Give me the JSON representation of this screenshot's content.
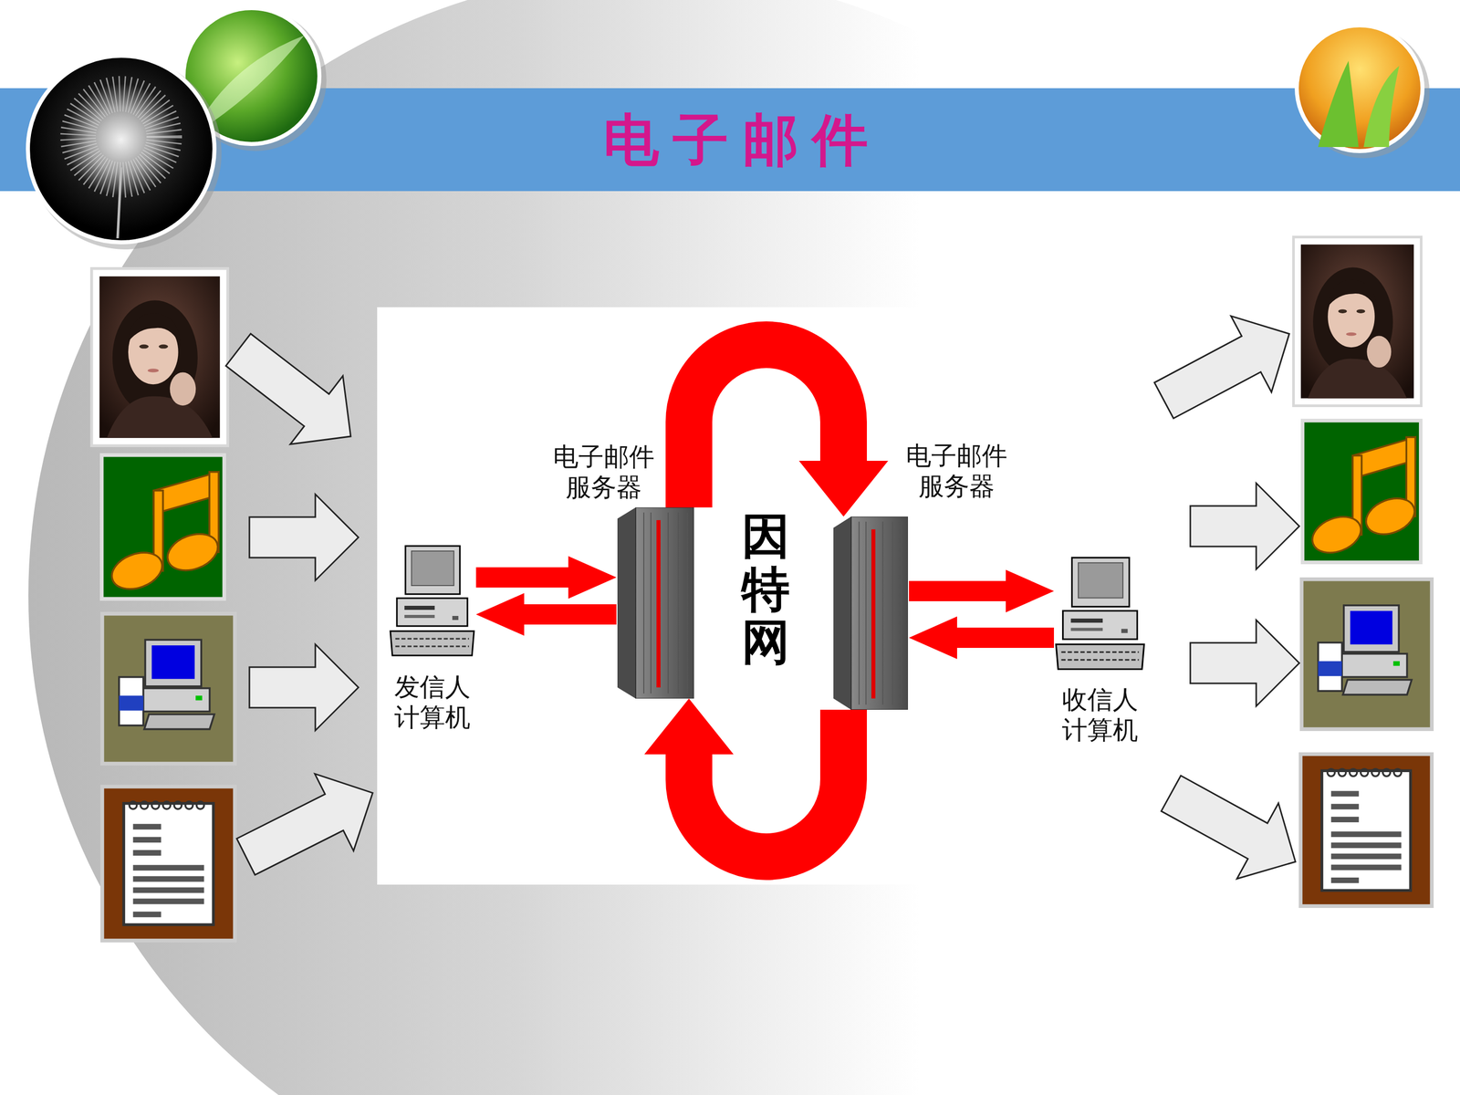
{
  "diagram": {
    "title": "电子邮件",
    "nodes": [
      {
        "text": [
          "发信人 计算机"
        ]
      },
      {
        "text": [
          "电子邮件 服务器"
        ]
      },
      {
        "text": [
          "电子邮件 服务器"
        ]
      },
      {
        "text": [
          "收信人 计算机"
        ]
      }
    ],
    "edges": [
      {
        "from": 0,
        "to": 1,
        "arrow": "to"
      },
      {
        "from": 1,
        "to": 0,
        "arrow": "to"
      },
      {
        "from": 1,
        "to": 2,
        "arrow": "to"
      },
      {
        "from": 2,
        "to": 1,
        "arrow": "to"
      },
      {
        "from": 2,
        "to": 3,
        "arrow": "to"
      },
      {
        "from": 3,
        "to": 2,
        "arrow": "to"
      }
    ],
    "labels": [
      "因特网"
    ]
  }
}
